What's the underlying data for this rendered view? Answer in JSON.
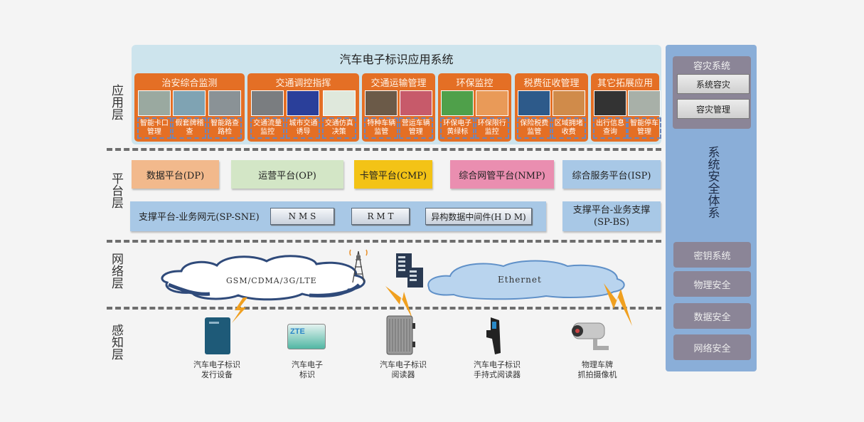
{
  "layers": {
    "application": "应用层",
    "platform": "平台层",
    "network": "网络层",
    "perception": "感知层"
  },
  "app_system": {
    "title": "汽车电子标识应用系统",
    "groups": [
      {
        "title": "治安综合监测",
        "items": [
          "智能卡口管理",
          "假套牌稽查",
          "智能路查路检"
        ]
      },
      {
        "title": "交通调控指挥",
        "items": [
          "交通流量监控",
          "城市交通诱导",
          "交通仿真决策"
        ]
      },
      {
        "title": "交通运输管理",
        "items": [
          "特种车辆监管",
          "营运车辆管理"
        ]
      },
      {
        "title": "环保监控",
        "items": [
          "环保电子黄绿标",
          "环保限行监控"
        ]
      },
      {
        "title": "税费征收管理",
        "items": [
          "保险税费监管",
          "区域拥堵收费"
        ]
      },
      {
        "title": "其它拓展应用",
        "items": [
          "出行信息查询",
          "智能停车管理"
        ]
      }
    ]
  },
  "platform": {
    "row1": [
      {
        "label": "数据平台(DP)",
        "color": "#f2b98c"
      },
      {
        "label": "运营平台(OP)",
        "color": "#d3e6c6"
      },
      {
        "label": "卡管平台(CMP)",
        "color": "#f3c316"
      },
      {
        "label": "综合网管平台(NMP)",
        "color": "#ea8eb0"
      },
      {
        "label": "综合服务平台(ISP)",
        "color": "#a8c8e6"
      }
    ],
    "sne": {
      "label": "支撑平台-业务网元(SP-SNE)",
      "buttons": [
        "N M S",
        "R M T",
        "异构数据中间件(H D M)"
      ]
    },
    "bs": {
      "line1": "支撑平台-业务支撑",
      "line2": "(SP-BS)"
    }
  },
  "network": {
    "wireless_cloud": "GSM/CDMA/3G/LTE",
    "wired_cloud": "Ethernet"
  },
  "devices": [
    {
      "line1": "汽车电子标识",
      "line2": "发行设备",
      "icon": "issuing-device-icon"
    },
    {
      "line1": "汽车电子",
      "line2": "标识",
      "icon": "electronic-tag-icon",
      "brand": "ZTE"
    },
    {
      "line1": "汽车电子标识",
      "line2": "阅读器",
      "icon": "reader-icon"
    },
    {
      "line1": "汽车电子标识",
      "line2": "手持式阅读器",
      "icon": "handheld-reader-icon"
    },
    {
      "line1": "物理车牌",
      "line2": "抓拍摄像机",
      "icon": "camera-icon"
    }
  ],
  "security": {
    "disaster_recovery": {
      "title": "容灾系统",
      "items": [
        "系统容灾",
        "容灾管理"
      ]
    },
    "title": "系统安全体系",
    "items": [
      "密钥系统",
      "物理安全",
      "数据安全",
      "网络安全"
    ]
  }
}
